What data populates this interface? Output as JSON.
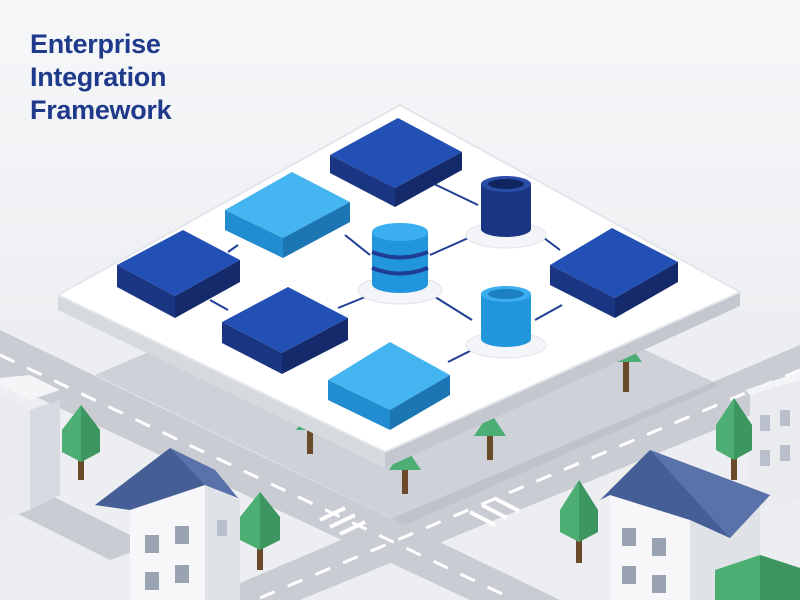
{
  "title_lines": [
    "Enterprise",
    "Integration",
    "Framework"
  ],
  "colors": {
    "title": "#1f3a8a",
    "navy": "#1f3e93",
    "blue": "#2aa4e8",
    "platform": "#ffffff",
    "road": "#c9ccd3",
    "tree": "#4cae72",
    "roof": "#465e96"
  },
  "diagram": {
    "nodes": [
      {
        "id": "top-block",
        "kind": "block",
        "color": "navy"
      },
      {
        "id": "upper-light-block",
        "kind": "block",
        "color": "blue"
      },
      {
        "id": "left-block",
        "kind": "block",
        "color": "navy"
      },
      {
        "id": "center-block",
        "kind": "block",
        "color": "navy"
      },
      {
        "id": "bottom-block",
        "kind": "block",
        "color": "blue"
      },
      {
        "id": "right-block",
        "kind": "block",
        "color": "navy"
      },
      {
        "id": "dark-database",
        "kind": "database",
        "color": "navy"
      },
      {
        "id": "center-database",
        "kind": "database",
        "color": "blue"
      },
      {
        "id": "right-database",
        "kind": "database",
        "color": "blue"
      }
    ]
  }
}
